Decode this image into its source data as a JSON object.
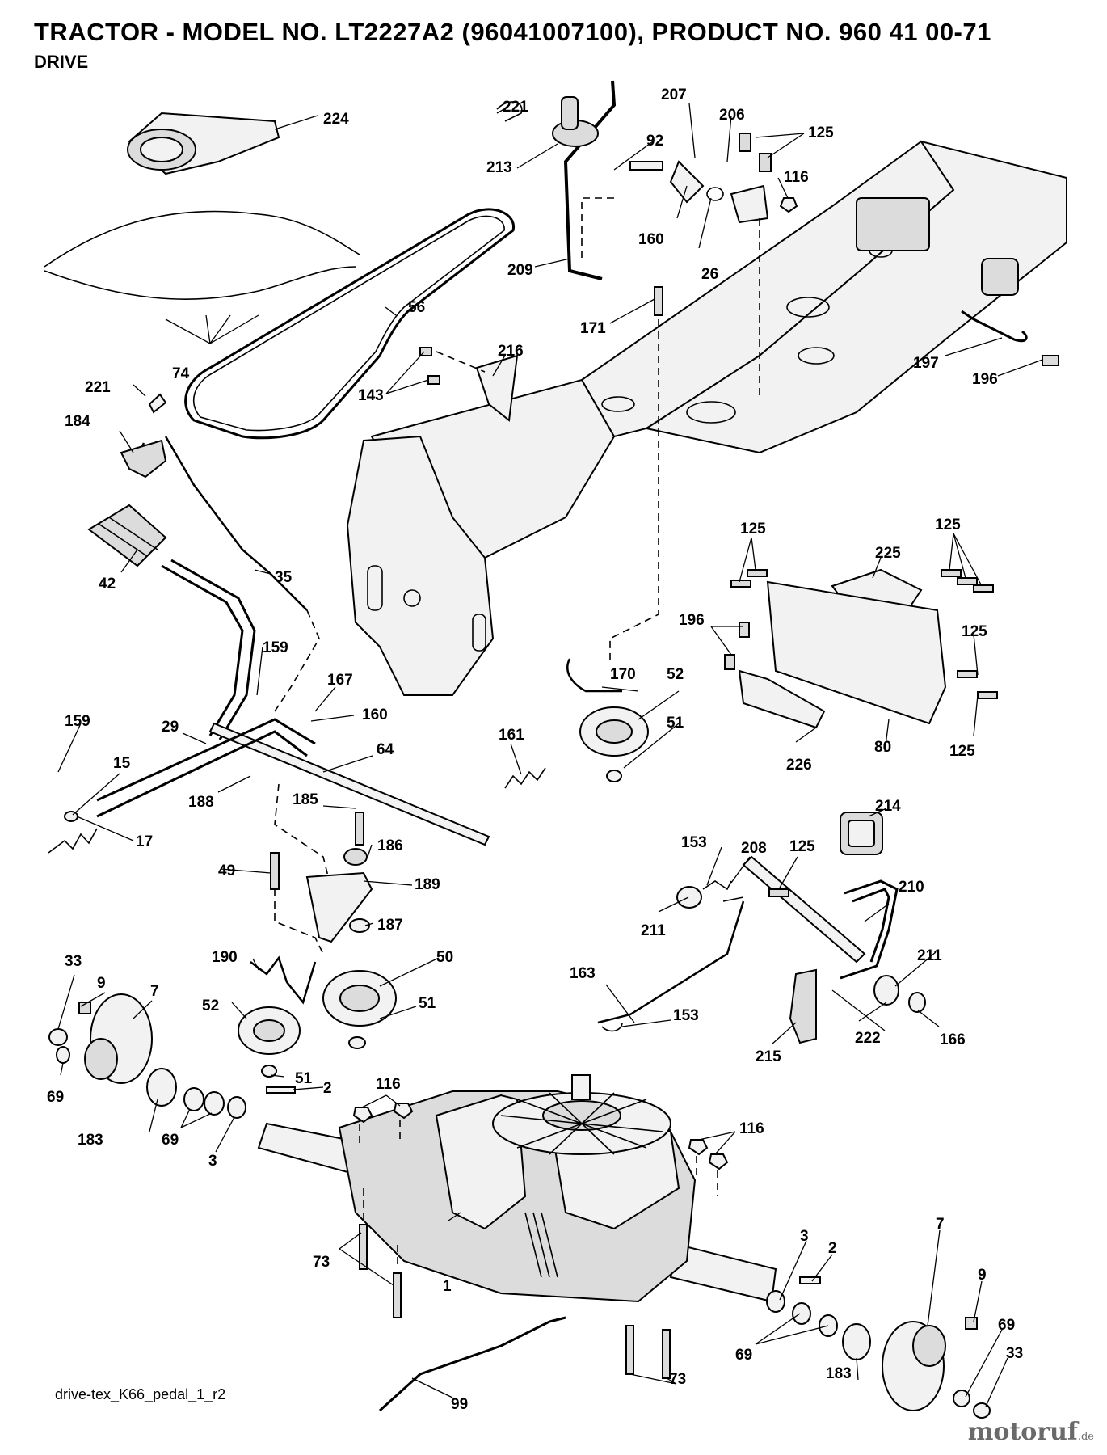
{
  "header": {
    "title": "TRACTOR - MODEL NO. LT2227A2 (96041007100), PRODUCT NO. 960 41 00-71",
    "subtitle": "DRIVE"
  },
  "footer": {
    "drawing_id": "drive-tex_K66_pedal_1_r2"
  },
  "watermark": {
    "text": "motoruf",
    "suffix": ".de"
  },
  "callouts": {
    "c224": "224",
    "c221a": "221",
    "c213": "213",
    "c207": "207",
    "c206": "206",
    "c125a": "125",
    "c92": "92",
    "c116a": "116",
    "c160a": "160",
    "c26": "26",
    "c209": "209",
    "c56": "56",
    "c171": "171",
    "c74": "74",
    "c216": "216",
    "c143": "143",
    "c197": "197",
    "c196a": "196",
    "c221b": "221",
    "c184": "184",
    "c42": "42",
    "c35": "35",
    "c125b": "125",
    "c125c": "125",
    "c225": "225",
    "c196b": "196",
    "c125d": "125",
    "c170": "170",
    "c52a": "52",
    "c51a": "51",
    "c159a": "159",
    "c167": "167",
    "c160b": "160",
    "c159b": "159",
    "c29": "29",
    "c64": "64",
    "c161": "161",
    "c15": "15",
    "c188": "188",
    "c17": "17",
    "c226": "226",
    "c80": "80",
    "c125e": "125",
    "c185": "185",
    "c186": "186",
    "c49": "49",
    "c189": "189",
    "c187": "187",
    "c214": "214",
    "c153a": "153",
    "c208": "208",
    "c125f": "125",
    "c210": "210",
    "c211a": "211",
    "c211b": "211",
    "c190": "190",
    "c50": "50",
    "c52b": "52",
    "c51b": "51",
    "c33a": "33",
    "c9a": "9",
    "c7a": "7",
    "c163": "163",
    "c153b": "153",
    "c222": "222",
    "c166": "166",
    "c215": "215",
    "c69a": "69",
    "c51c": "51",
    "c2a": "2",
    "c116b": "116",
    "c116c": "116",
    "c183a": "183",
    "c69b": "69",
    "c3a": "3",
    "c73a": "73",
    "c1": "1",
    "c3b": "3",
    "c2b": "2",
    "c7b": "7",
    "c9b": "9",
    "c69c": "69",
    "c33b": "33",
    "c69d": "69",
    "c183b": "183",
    "c73b": "73",
    "c99": "99"
  }
}
